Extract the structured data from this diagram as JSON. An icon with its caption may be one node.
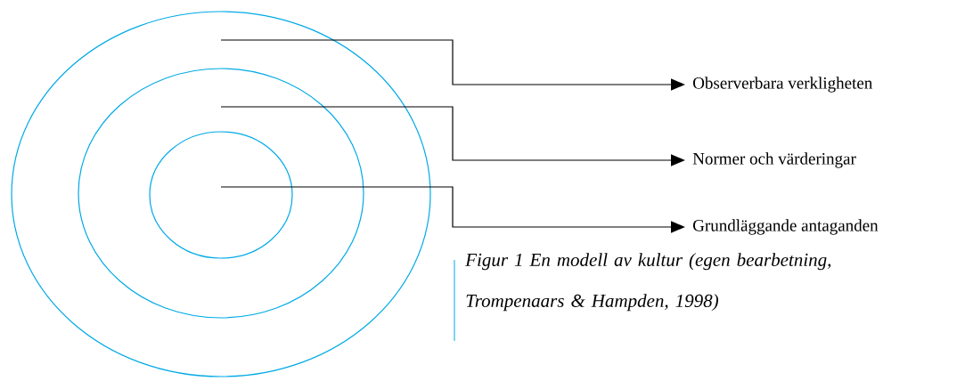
{
  "diagram": {
    "caption": "Figur 1 En modell av kultur (egen bearbetning, Trompenaars & Hampden, 1998)",
    "nodes": [
      {
        "text": [],
        "shape": "circle"
      },
      {
        "text": [],
        "shape": "circle",
        "in": 0
      },
      {
        "text": [],
        "shape": "circle",
        "in": 1
      },
      {
        "text": [
          "Observerbara verkligheten"
        ]
      },
      {
        "text": [
          "Normer och värderingar"
        ]
      },
      {
        "text": [
          "Grundläggande antaganden"
        ]
      }
    ],
    "edges": [
      {
        "from": 0,
        "to": 3,
        "arrow": "to"
      },
      {
        "from": 1,
        "to": 4,
        "arrow": "to"
      },
      {
        "from": 2,
        "to": 5,
        "arrow": "to"
      }
    ]
  }
}
